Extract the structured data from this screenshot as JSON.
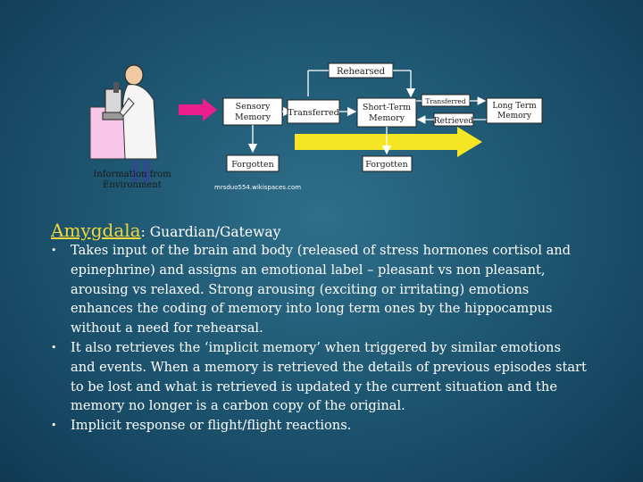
{
  "diagram": {
    "rehearsed": "Rehearsed",
    "sensory_memory": [
      "Sensory",
      "Memory"
    ],
    "transferred": "Transferred",
    "short_term_memory": [
      "Short-Term",
      "Memory"
    ],
    "long_term_memory": [
      "Long Term",
      "Memory"
    ],
    "transferred_small": "Transferred",
    "retrieved": "Retrieved",
    "forgotten_left": "Forgotten",
    "forgotten_right": "Forgotten",
    "information_from": [
      "Information from",
      "Environment"
    ],
    "credit": "mrsduo554.wikispaces.com",
    "colors": {
      "accent_arrow": "#f5e623",
      "magenta_arrow": "#ec1e8c",
      "box_fill": "#ffffff",
      "heading": "#f0d83a"
    }
  },
  "heading": {
    "title": "Amygdala",
    "subtitle": ": Guardian/Gateway"
  },
  "bullets": [
    "Takes input of the brain and body (released of stress hormones cortisol and epinephrine) and assigns an emotional label – pleasant vs non pleasant, arousing vs relaxed.  Strong arousing (exciting or irritating) emotions enhances the coding of memory into long term ones by the hippocampus without a need for rehearsal.",
    "It also retrieves the ‘implicit memory’ when triggered by similar emotions and events.   When a memory is retrieved the details of previous episodes start to be lost and what is retrieved is updated y the current situation and the memory no longer is a carbon copy of the original.",
    "Implicit response or flight/flight reactions."
  ],
  "bullet_glyph": "•"
}
